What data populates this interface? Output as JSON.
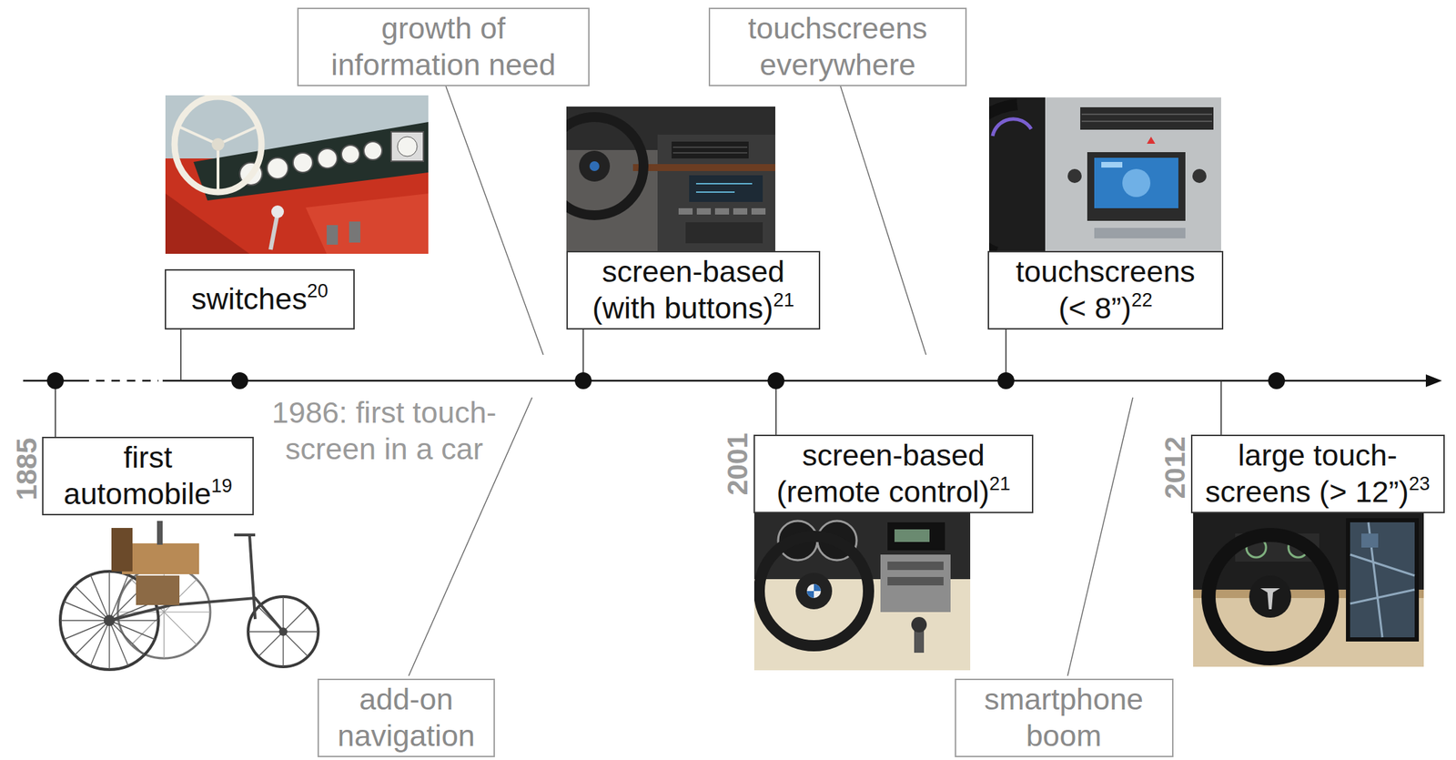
{
  "diagram": {
    "nodes": [
      {
        "text": [
          "first automobile",
          "19"
        ]
      },
      {
        "text": [
          "switches",
          "20"
        ]
      },
      {
        "text": [
          "growth of information need"
        ]
      },
      {
        "text": [
          "add-on navigation"
        ]
      },
      {
        "text": [
          "screen-based (with buttons)",
          "21"
        ]
      },
      {
        "text": [
          "screen-based (remote control)",
          "21"
        ]
      },
      {
        "text": [
          "touchscreens everywhere"
        ]
      },
      {
        "text": [
          "touchscreens (< 8”)",
          "22"
        ]
      },
      {
        "text": [
          "smartphone boom"
        ]
      },
      {
        "text": [
          "large touch- screens (> 12”)",
          "23"
        ]
      }
    ],
    "labels": [
      "1885",
      "1986: first touch- screen in a car",
      "2001",
      "2012"
    ]
  }
}
